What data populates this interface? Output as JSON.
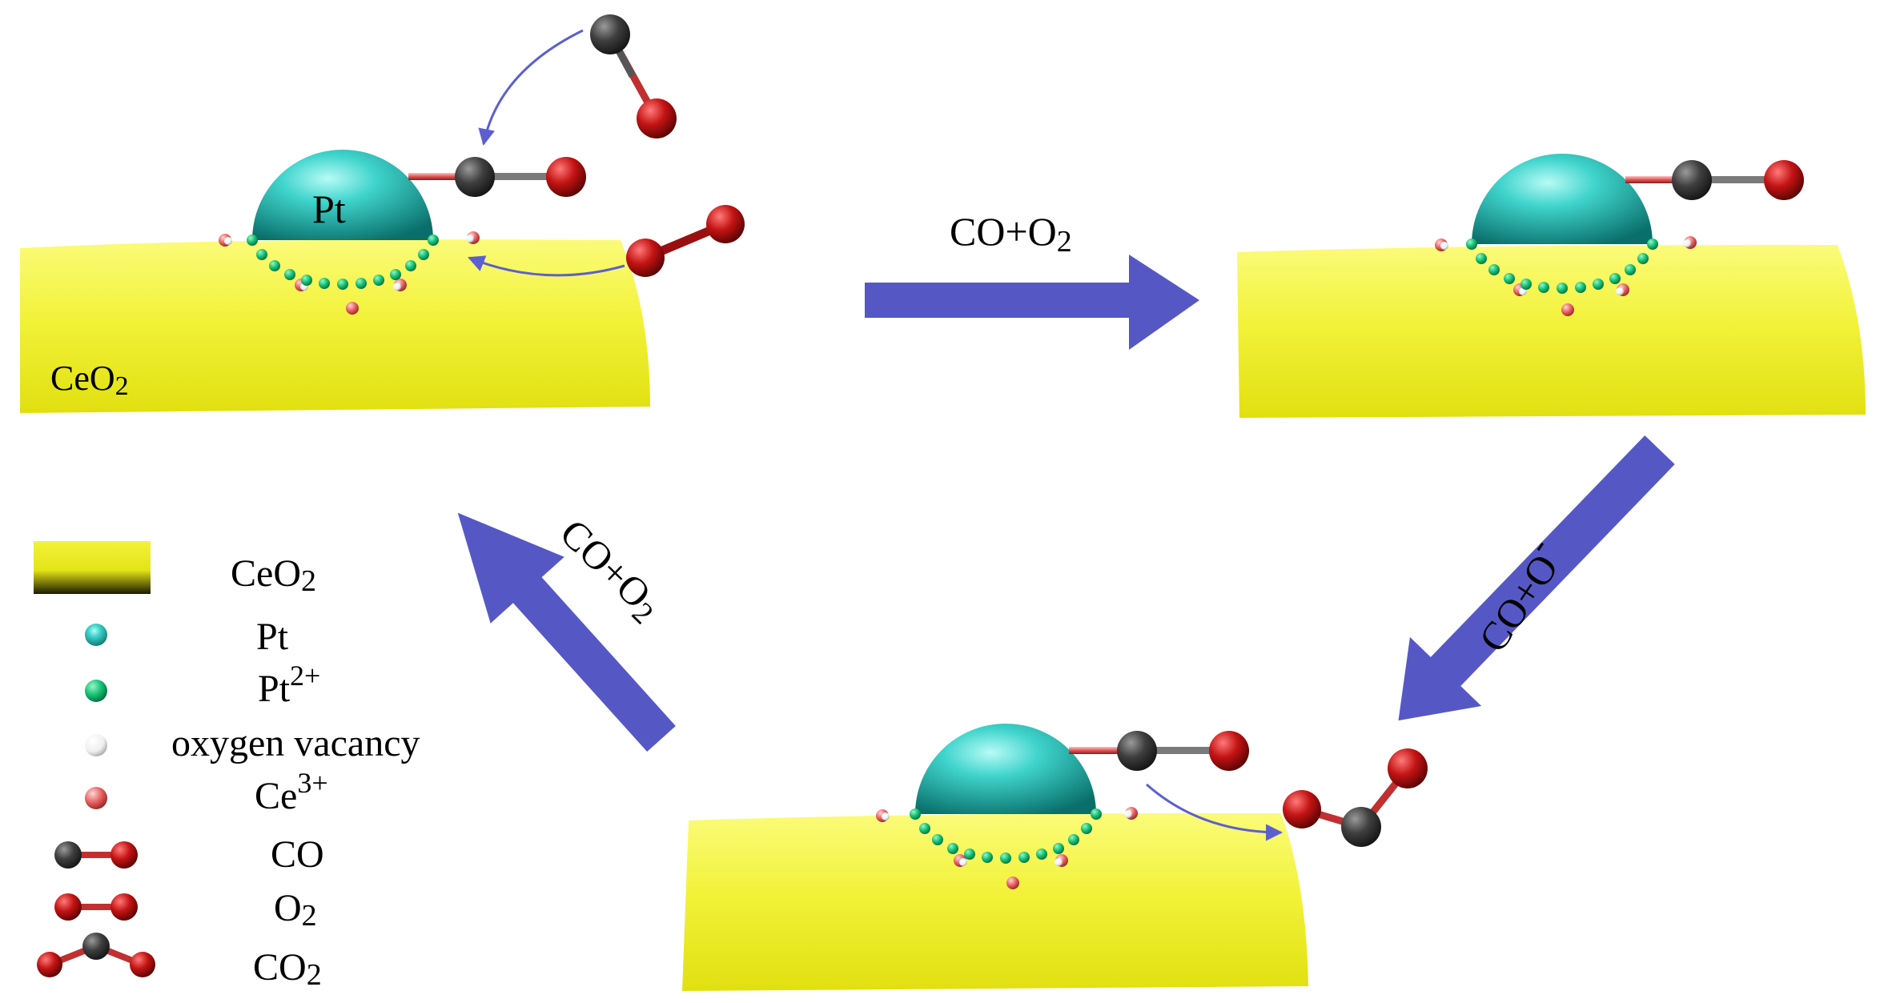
{
  "colors": {
    "ceo2": "#f2f23a",
    "pt": "#1fb8b0",
    "pt2": "#12b870",
    "vacancy": "#ffffff",
    "ce3": "#e05a5a",
    "carbon": "#3a3a3a",
    "oxygen": "#c01414",
    "arrow": "#5558c4"
  },
  "scene_labels": {
    "pt": "Pt",
    "ceo2_main": "CeO",
    "ceo2_sub": "2"
  },
  "arrows": {
    "top": {
      "main": "CO+O",
      "sub": "2",
      "sup": ""
    },
    "right": {
      "main": "CO+O",
      "sub": "",
      "sup": "-"
    },
    "left": {
      "main": "CO+O",
      "sub": "2",
      "sup": ""
    }
  },
  "legend": [
    {
      "icon": "ceo2-bar-icon",
      "main": "CeO",
      "sub": "2",
      "sup": ""
    },
    {
      "icon": "pt-sphere-icon",
      "main": "Pt",
      "sub": "",
      "sup": ""
    },
    {
      "icon": "pt2-sphere-icon",
      "main": "Pt",
      "sub": "",
      "sup": "2+"
    },
    {
      "icon": "oxygen-vacancy-icon",
      "main": "oxygen vacancy",
      "sub": "",
      "sup": ""
    },
    {
      "icon": "ce3-sphere-icon",
      "main": "Ce",
      "sub": "",
      "sup": "3+"
    },
    {
      "icon": "co-molecule-icon",
      "main": "CO",
      "sub": "",
      "sup": ""
    },
    {
      "icon": "o2-molecule-icon",
      "main": "O",
      "sub": "2",
      "sup": ""
    },
    {
      "icon": "co2-molecule-icon",
      "main": "CO",
      "sub": "2",
      "sup": ""
    }
  ]
}
